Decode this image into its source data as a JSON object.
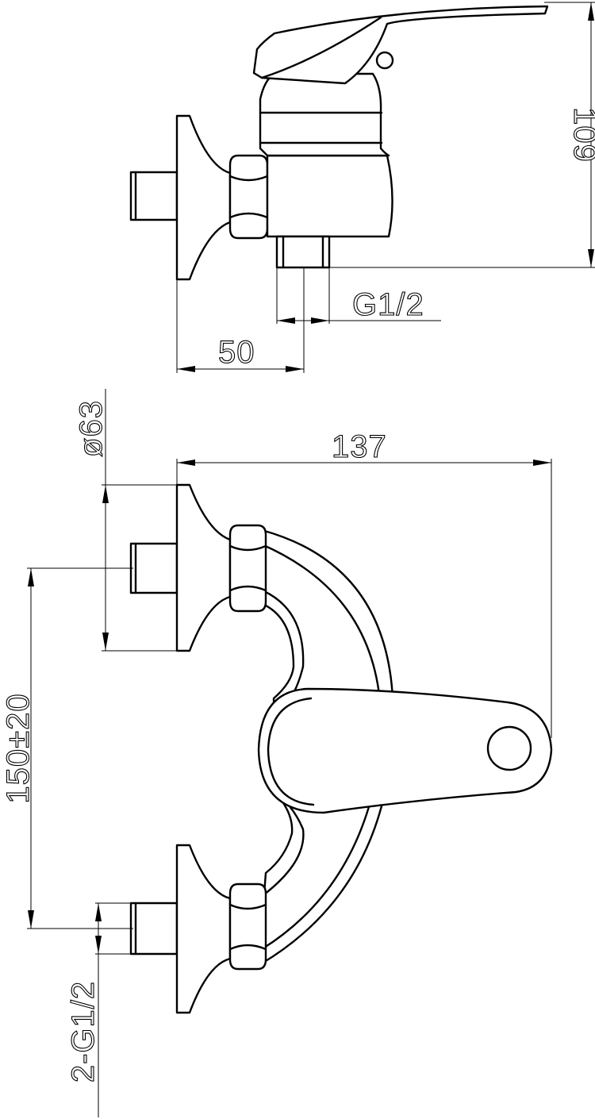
{
  "dimensions": {
    "height": "109",
    "inlet_thread": "G1/2",
    "projection": "50",
    "flange_diameter": "ø63",
    "total_length": "137",
    "center_distance": "150±20",
    "connections": "2-G1/2"
  }
}
